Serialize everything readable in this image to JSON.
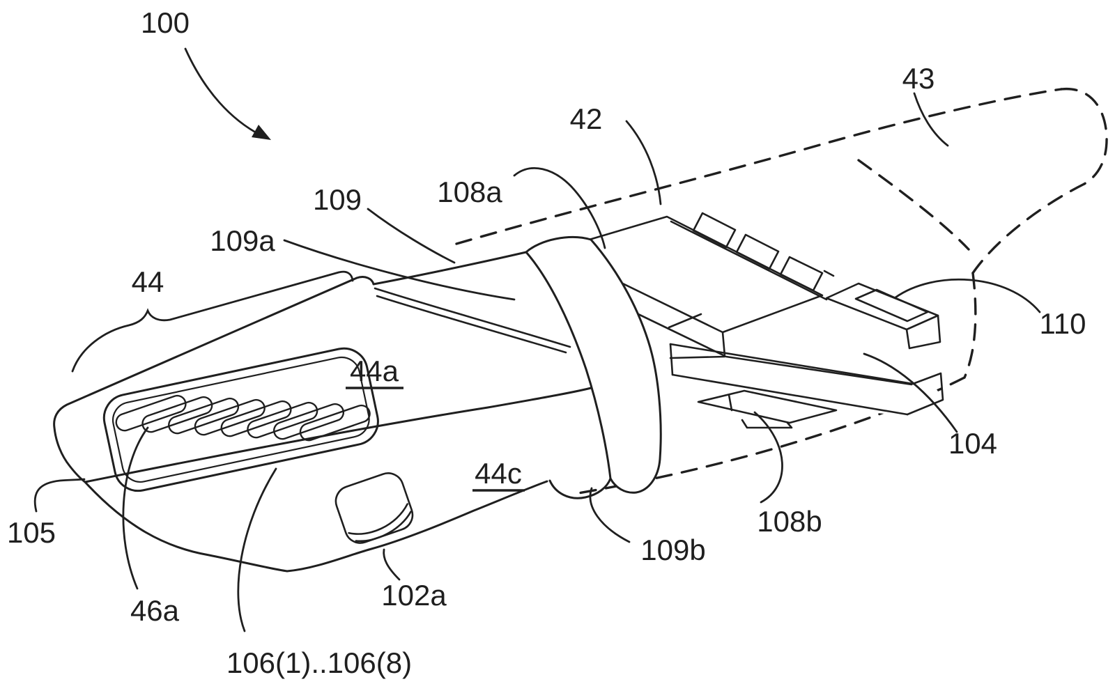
{
  "figure": {
    "background": "#ffffff",
    "line_color": "#1f1f1f",
    "labels": {
      "l100": "100",
      "l43": "43",
      "l42": "42",
      "l108a": "108a",
      "l109": "109",
      "l109a": "109a",
      "l44": "44",
      "l44a": "44a",
      "l44c": "44c",
      "l110": "110",
      "l104": "104",
      "l108b": "108b",
      "l109b": "109b",
      "l102a": "102a",
      "l106": "106(1)..106(8)",
      "l105": "105",
      "l46a": "46a"
    }
  }
}
